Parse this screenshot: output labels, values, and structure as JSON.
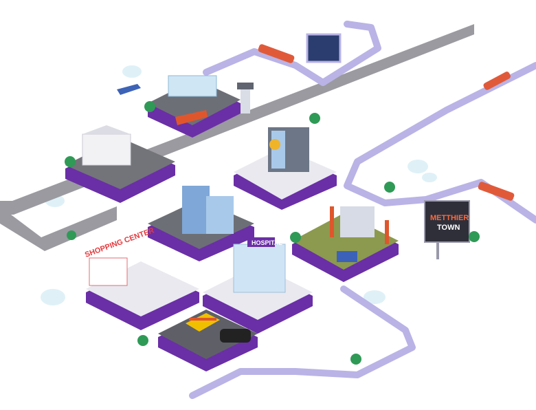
{
  "scene": {
    "colors": {
      "platform_top": "#e9e9ef",
      "platform_side": "#6a2fa6",
      "road": "#7b7b80",
      "rail": "#b9b3e6",
      "rail_dark": "#8d84c9",
      "tree": "#2f9a56",
      "cloud": "#dff1f7"
    }
  },
  "buildings": {
    "airport": {
      "icon": "airplane-icon"
    },
    "white_house": {
      "icon": "government-building-icon"
    },
    "bank": {
      "icon": "bitcoin-icon"
    },
    "office": {
      "icon": "office-tower-icon"
    },
    "factory": {
      "icon": "factory-icon"
    },
    "shopping_center": {
      "label": "SHOPPING CENTER"
    },
    "hospital": {
      "label": "HOSPITAL"
    },
    "parking": {
      "icon": "barrier-gate-icon"
    }
  },
  "billboard": {
    "line1": "METTHIER",
    "line2": "TOWN"
  }
}
